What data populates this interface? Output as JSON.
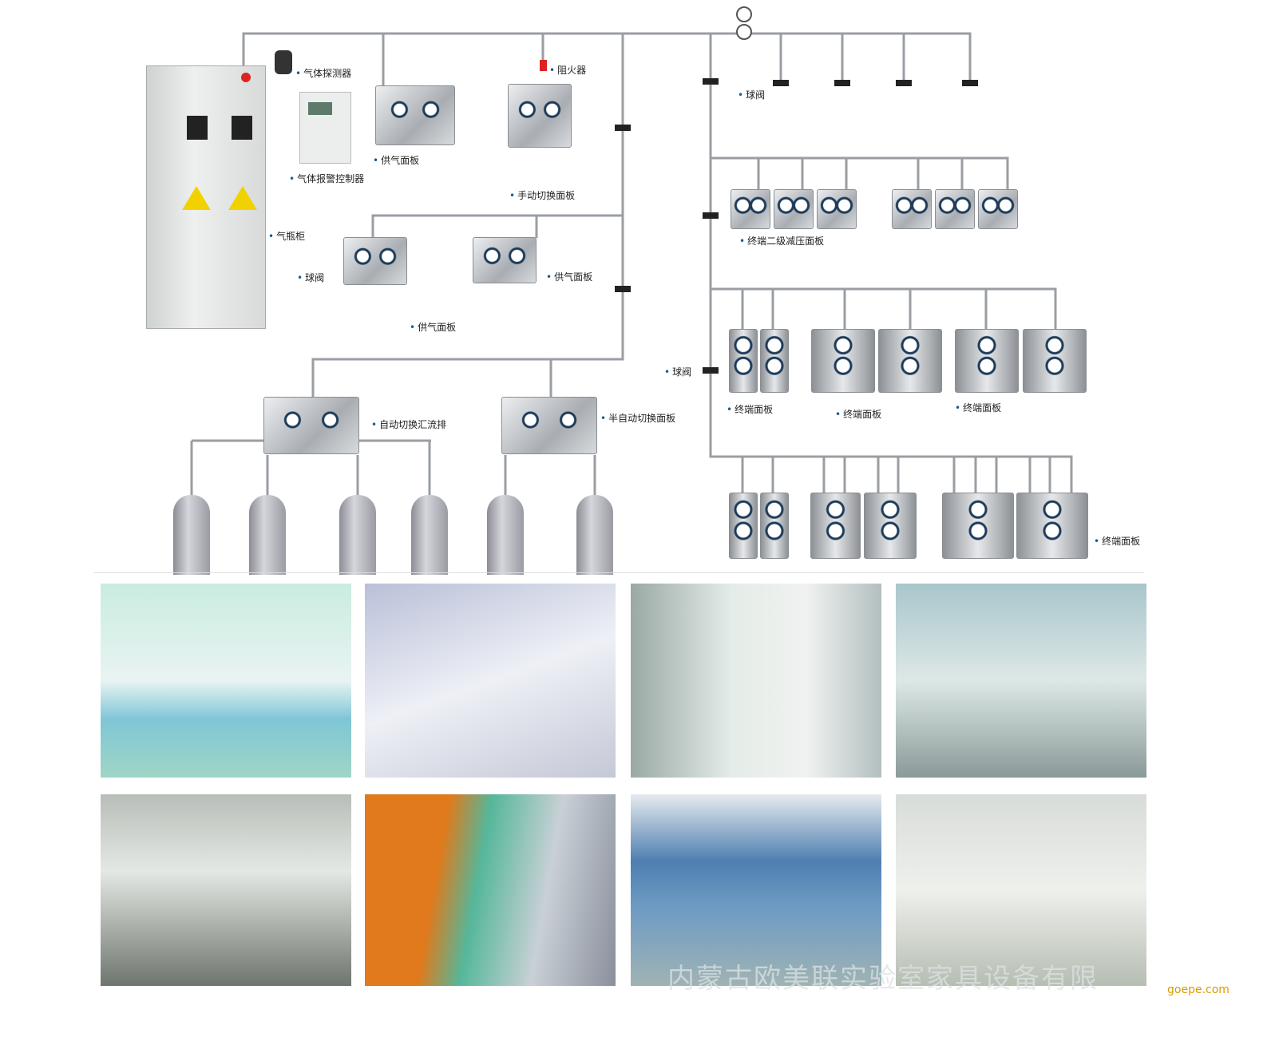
{
  "labels": {
    "gas_detector": "气体探测器",
    "flame_arrester": "阻火器",
    "supply_panel_top": "供气面板",
    "gas_alarm_controller": "气体报警控制器",
    "manual_switch_panel": "手动切换面板",
    "gas_cabinet": "气瓶柜",
    "ball_valve_left": "球阀",
    "supply_panel_mid_right": "供气面板",
    "supply_panel_mid_left": "供气面板",
    "ball_valve_top_right": "球阀",
    "terminal_secondary_panel": "终端二级减压面板",
    "ball_valve_right": "球阀",
    "terminal_panel_1": "终端面板",
    "terminal_panel_2": "终端面板",
    "terminal_panel_3": "终端面板",
    "terminal_panel_4": "终端面板",
    "auto_manifold": "自动切换汇流排",
    "semi_auto_panel": "半自动切换面板"
  },
  "watermark": "内蒙古欧美联实验室家具设备有限",
  "source_mark": "goepe.com",
  "colors": {
    "pipe": "#9a9ea3",
    "accent": "#1d5a8c",
    "source": "#d99a00"
  }
}
